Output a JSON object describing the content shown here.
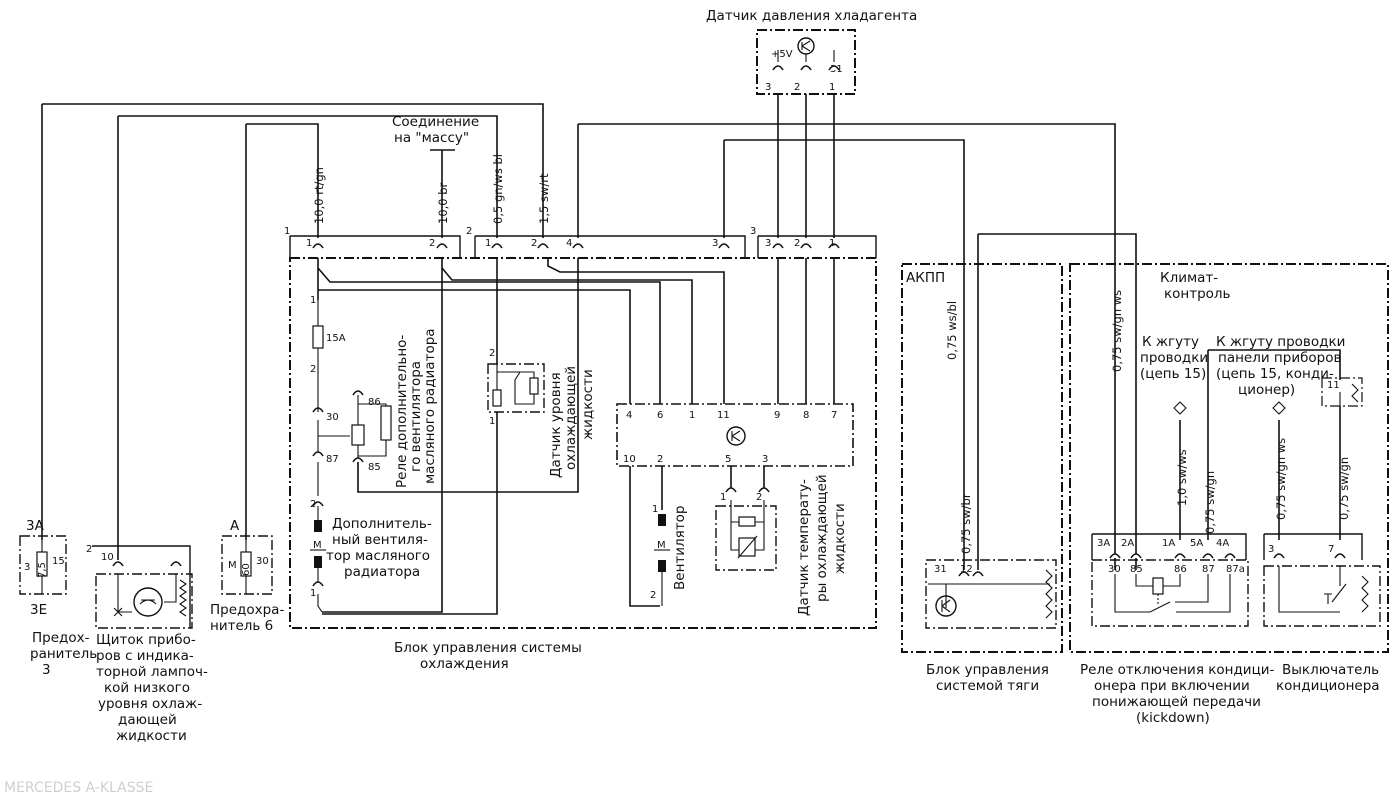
{
  "labels": {
    "pressure_sensor": "Датчик давления хладагента",
    "ground_1": "Соединение",
    "ground_2": "на \"массу\"",
    "fuse3_top": "3A",
    "fuse3_bottom": "3E",
    "fuse3_value": "7,5",
    "fuse3_pin_a": "3",
    "fuse3_pin_b": "15",
    "fuse3_name_1": "Предох-",
    "fuse3_name_2": "ранитель",
    "fuse3_name_3": "3",
    "fuse6_top": "A",
    "fuse6_value": "60",
    "fuse6_pin_a": "M",
    "fuse6_pin_b": "30",
    "fuse6_name_1": "Предохра-",
    "fuse6_name_2": "нитель 6",
    "cluster_1": "Щиток прибо-",
    "cluster_2": "ров с индика-",
    "cluster_3": "торной лампоч-",
    "cluster_4": "кой низкого",
    "cluster_5": "уровня охлаж-",
    "cluster_6": "дающей",
    "cluster_7": "жидкости",
    "cooling_unit_1": "Блок управления системы",
    "cooling_unit_2": "охлаждения",
    "relay_1": "Реле дополнительно-",
    "relay_2": "го вентилятора",
    "relay_3": "масляного радиатора",
    "aux_fan_1": "Дополнитель-",
    "aux_fan_2": "ный вентиля-",
    "aux_fan_3": "тор масляного",
    "aux_fan_4": "радиатора",
    "fan": "Вентилятор",
    "level_sensor_1": "Датчик уровня",
    "level_sensor_2": "охлаждающей",
    "level_sensor_3": "жидкости",
    "temp_sensor_1": "Датчик температу-",
    "temp_sensor_2": "ры охлаждающей",
    "temp_sensor_3": "жидкости",
    "fuse_15a": "15A",
    "akpp": "АКПП",
    "traction_1": "Блок управления",
    "traction_2": "системой тяги",
    "climate_1": "Климат-",
    "climate_2": "контроль",
    "harness_left_1": "К жгуту",
    "harness_left_2": "проводки",
    "harness_left_3": "(цепь 15)",
    "harness_right_1": "К жгуту проводки",
    "harness_right_2": "панели приборов",
    "harness_right_3": "(цепь 15, конди-",
    "harness_right_4": "ционер)",
    "kickdown_1": "Реле отключения кондици-",
    "kickdown_2": "онера при включении",
    "kickdown_3": "понижающей передачи",
    "kickdown_4": "(kickdown)",
    "ac_switch_1": "Выключатель",
    "ac_switch_2": "кондиционера",
    "motor_m": "M",
    "connector_1": "1",
    "connector_2": "2",
    "connector_3": "3"
  },
  "wires": {
    "w1": "10,0 rt/gn",
    "w2": "10,0 br",
    "w3": "0,5 gn/ws bl",
    "w4": "1,5 sw/rt",
    "w5": "0,75 ws/bl",
    "w6": "0,75 sw/gn ws",
    "w7": "0,75 sw/br",
    "w8": "1,0 sw/ws",
    "w9": "0,75 sw/gn",
    "w10": "0,75 sw/gn ws",
    "w11": "0,75 sw/gn"
  },
  "pins": {
    "ps_3": "3",
    "ps_2": "2",
    "ps_1": "1",
    "ps_5v": "+5V",
    "ps_31": "31",
    "c1_1": "1",
    "c1_2": "2",
    "c2_1": "1",
    "c2_2": "2",
    "c2_4": "4",
    "c2_3": "3",
    "c3_3": "3",
    "c3_2": "2",
    "c3_1": "1",
    "ecu_4": "4",
    "ecu_6": "6",
    "ecu_1": "1",
    "ecu_11": "11",
    "ecu_9": "9",
    "ecu_8": "8",
    "ecu_7": "7",
    "ecu_10": "10",
    "ecu_2": "2",
    "ecu_5": "5",
    "ecu_3": "3",
    "r_30": "30",
    "r_87": "87",
    "r_86": "86",
    "r_85": "85",
    "f_1": "1",
    "f_2": "2",
    "m_2": "2",
    "m_1": "1",
    "fan_1": "1",
    "fan_2": "2",
    "ls_2": "2",
    "ls_1": "1",
    "ts_1": "1",
    "ts_2": "2",
    "cl_10": "10",
    "cl_2": "2",
    "tr_31": "31",
    "tr_12": "12",
    "kd_3a": "3A",
    "kd_2a": "2A",
    "kd_1a": "1A",
    "kd_5a": "5A",
    "kd_4a": "4A",
    "kd_30": "30",
    "kd_85": "85",
    "kd_86": "86",
    "kd_87": "87",
    "kd_87a": "87a",
    "sw_3": "3",
    "sw_7": "7",
    "sw_11": "11"
  },
  "footer_faint": "MERCEDES A-KLASSE"
}
